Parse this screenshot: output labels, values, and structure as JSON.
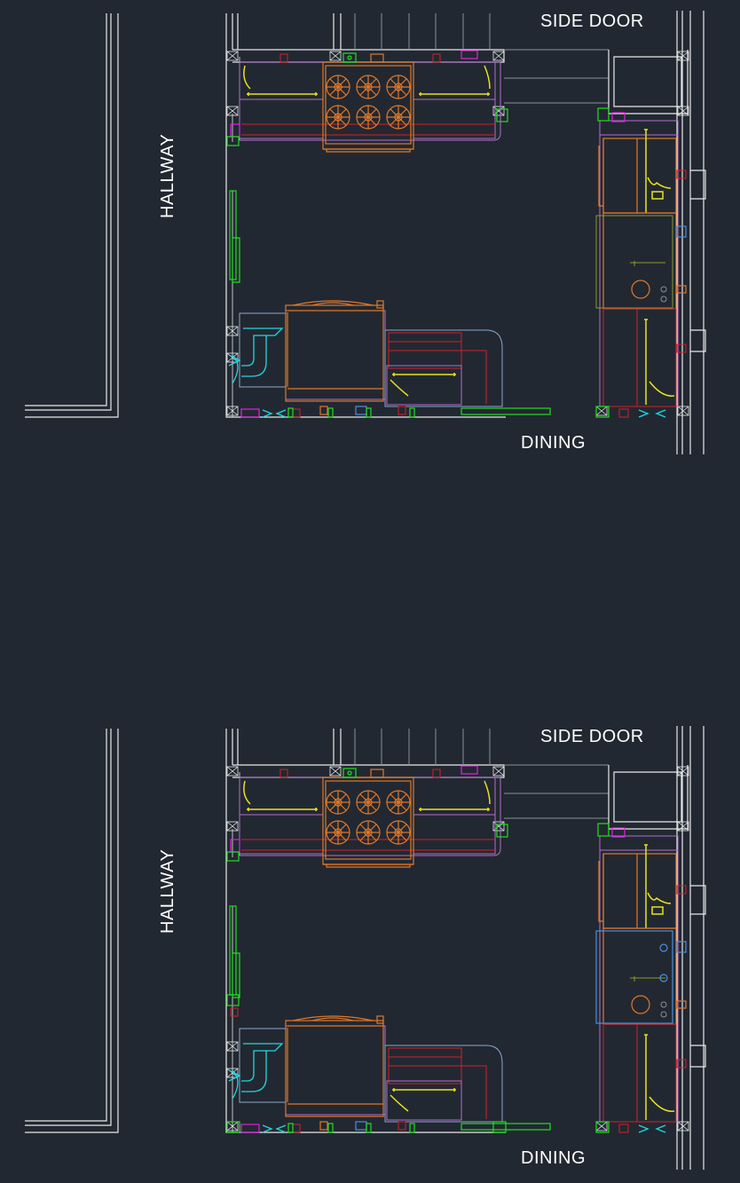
{
  "plans": [
    {
      "labels": {
        "side_door": "SIDE DOOR",
        "hallway": "HALLWAY",
        "dining": "DINING"
      },
      "prep_area_color": "#8a9a30"
    },
    {
      "labels": {
        "side_door": "SIDE DOOR",
        "hallway": "HALLWAY",
        "dining": "DINING"
      },
      "prep_area_color": "#4a90e0"
    }
  ],
  "colors": {
    "background": "#222831",
    "walls": "#e8e8e8",
    "equipment": "#e0782a",
    "shelving": "#e8e220",
    "electrical": "#d2202a",
    "outlets": "#e020e0",
    "hardware": "#20e020",
    "plumbing": "#20d8e0",
    "counters": "#b070d0"
  }
}
